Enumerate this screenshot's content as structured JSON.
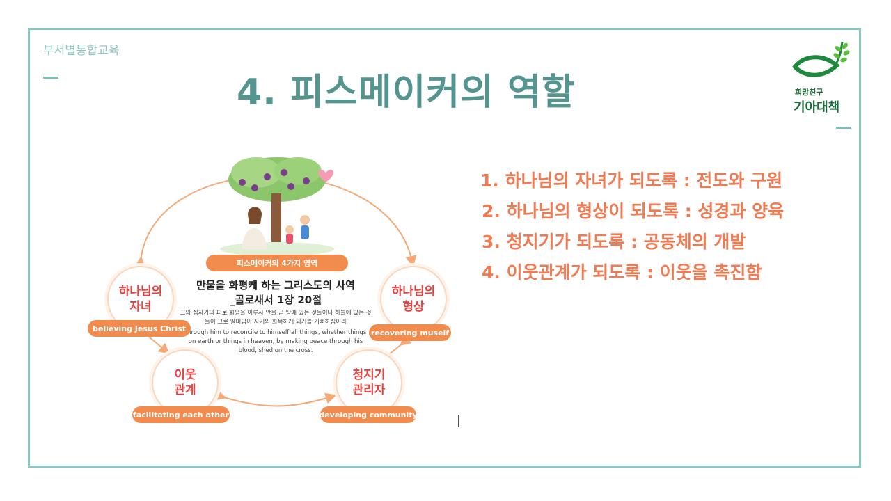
{
  "header": {
    "department": "부서별통합교육",
    "title": "4. 피스메이커의 역할"
  },
  "logo": {
    "small_text": "희망친구",
    "big_text": "기아대책",
    "icon": "fish-leaf-icon",
    "color": "#1c6b3a"
  },
  "diagram": {
    "area_label": "피스메이커의 4가지 영역",
    "verse_title_line1": "만물을 화평케 하는 그리스도의 사역",
    "verse_title_line2": "_골로새서 1장 20절",
    "verse_korean": "그의 십자가의 피로 화평을 이루사 만물 곧 땅에 있는 것들이나 하늘에 있는 것들이 그로 말미암아 자기와 화목하게 되기를 기뻐하심이라",
    "verse_english": "through him to reconcile to himself all things, whether things on earth or things in heaven, by making peace through his blood, shed on the cross.",
    "circles": [
      {
        "line1": "하나님의",
        "line2": "자녀",
        "pill": "believing Jesus Christ"
      },
      {
        "line1": "하나님의",
        "line2": "형상",
        "pill": "recovering muself"
      },
      {
        "line1": "이웃",
        "line2": "관계",
        "pill": "facilitating each other"
      },
      {
        "line1": "청지기",
        "line2": "관리자",
        "pill": "developing community"
      }
    ],
    "accent": "#f28c4e",
    "circle_text_color": "#e8413e"
  },
  "roles": [
    "1. 하나님의 자녀가 되도록 : 전도와 구원",
    "2. 하나님의 형상이 되도록 : 성경과 양육",
    "3. 청지기가 되도록 : 공동체의 개발",
    "4. 이웃관계가 되도록 : 이웃을 촉진함"
  ],
  "colors": {
    "frame": "#86c7c2",
    "title": "#55958f",
    "roles": "#f07a52"
  }
}
